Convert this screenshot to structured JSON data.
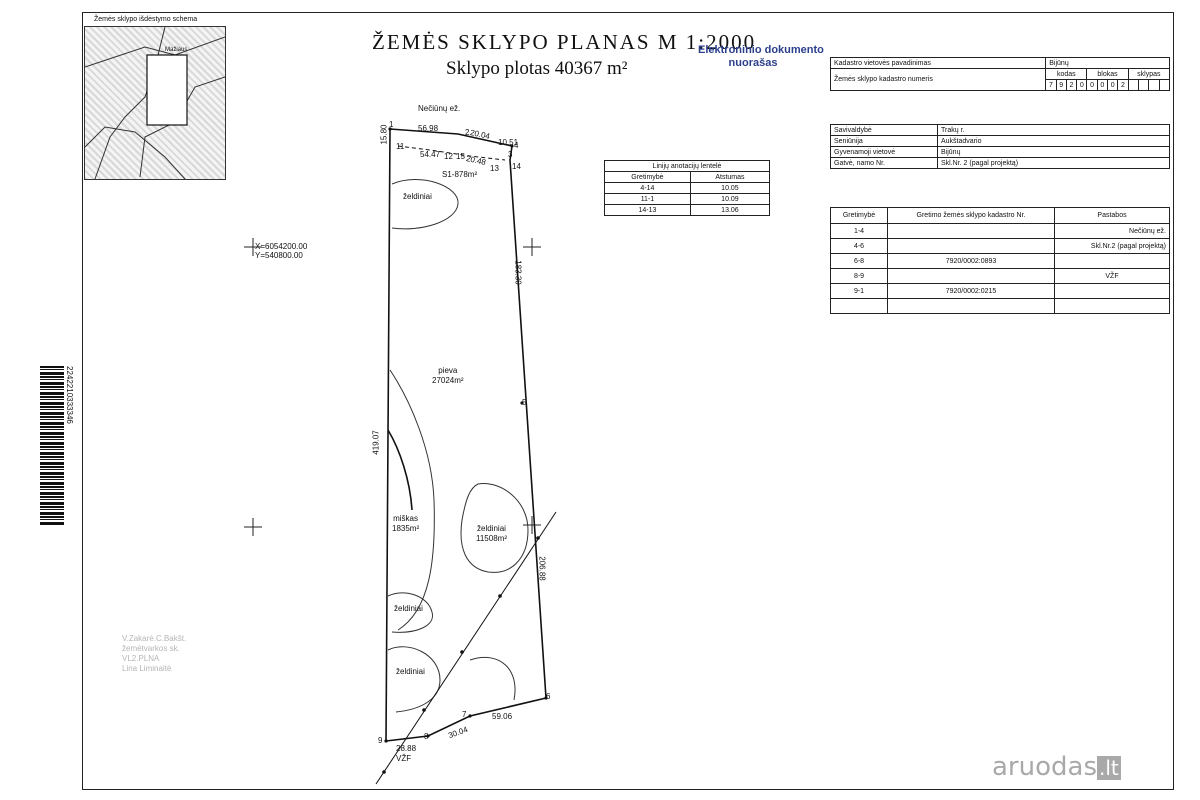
{
  "header": {
    "title_line1": "ŽEMĖS SKLYPO PLANAS M 1:2000",
    "title_line2": "Sklypo plotas 40367 m²"
  },
  "e_stamp": {
    "line1": "Elektroninio dokumento",
    "line2": "nuorašas"
  },
  "schema": {
    "title": "Žemės sklypo išdėstymo schema",
    "inner_label": "Mažiaus"
  },
  "cadastre_table": {
    "name_label": "Kadastro vietovės pavadinimas",
    "name_value": "Bijūnų",
    "columns": [
      "kodas",
      "blokas",
      "sklypas"
    ],
    "number_label": "Žemės sklypo kadastro numeris",
    "digits": [
      "7",
      "9",
      "2",
      "0",
      "0",
      "0",
      "0",
      "2",
      "",
      "",
      "",
      ""
    ]
  },
  "address_table": {
    "rows": [
      {
        "label": "Savivaldybė",
        "value": "Trakų r."
      },
      {
        "label": "Seniūnija",
        "value": "Aukštadvario"
      },
      {
        "label": "Gyvenamoji vietovė",
        "value": "Bijūnų"
      },
      {
        "label": "Gatvė, namo Nr.",
        "value": "Skl.Nr. 2 (pagal projektą)"
      }
    ]
  },
  "annotation_table": {
    "title": "Linijų anotacijų lentelė",
    "headers": [
      "Gretimybė",
      "Atstumas"
    ],
    "rows": [
      {
        "segment": "4-14",
        "distance": "10.05"
      },
      {
        "segment": "11-1",
        "distance": "10.09"
      },
      {
        "segment": "14-13",
        "distance": "13.06"
      }
    ]
  },
  "neighbors_table": {
    "headers": [
      "Gretimybė",
      "Gretimo žemės sklypo kadastro Nr.",
      "Pastabos"
    ],
    "rows": [
      {
        "segment": "1-4",
        "cadastre": "",
        "note": "Nečiūnų ež."
      },
      {
        "segment": "4-6",
        "cadastre": "",
        "note": "Skl.Nr.2 (pagal projektą)"
      },
      {
        "segment": "6-8",
        "cadastre": "7920/0002:0893",
        "note": ""
      },
      {
        "segment": "8-9",
        "cadastre": "",
        "note": "VŽF"
      },
      {
        "segment": "9-1",
        "cadastre": "7920/0002:0215",
        "note": ""
      },
      {
        "segment": "",
        "cadastre": "",
        "note": ""
      }
    ]
  },
  "coordinates": {
    "x": "X=6054200.00",
    "y": "Y=540800.00"
  },
  "plan": {
    "lake_label": "Nečiūnų ež.",
    "vzf_label": "VŽF",
    "areas": [
      {
        "name": "S1-878m²",
        "kind": "servitude"
      },
      {
        "name": "želdiniai",
        "kind": "greenery"
      },
      {
        "name": "pieva",
        "area": "27024m²"
      },
      {
        "name": "miškas",
        "area": "1835m²"
      },
      {
        "name": "želdiniai",
        "area": "11508m²"
      },
      {
        "name": "želdiniai",
        "kind": "greenery"
      },
      {
        "name": "želdiniai",
        "kind": "greenery"
      }
    ],
    "dimensions": [
      "56.98",
      "20.04",
      "10.51",
      "15.80",
      "54.47",
      "20.48",
      "13",
      "183.30",
      "419.07",
      "206.88",
      "59.06",
      "30.04",
      "28.88"
    ],
    "points": [
      "1",
      "2",
      "3",
      "4",
      "14",
      "15",
      "11",
      "12",
      "5",
      "6",
      "7",
      "8",
      "9"
    ]
  },
  "barcode": {
    "number": "2242210333346"
  },
  "watermark": {
    "brand": "aruodas",
    "tld": ".lt"
  },
  "faint_stamp": {
    "lines": [
      "V.Zakarė.C.Bakšt.",
      "žemėtvarkos sk.",
      "VL2.PLNA",
      "Lina Liminaitė"
    ]
  }
}
